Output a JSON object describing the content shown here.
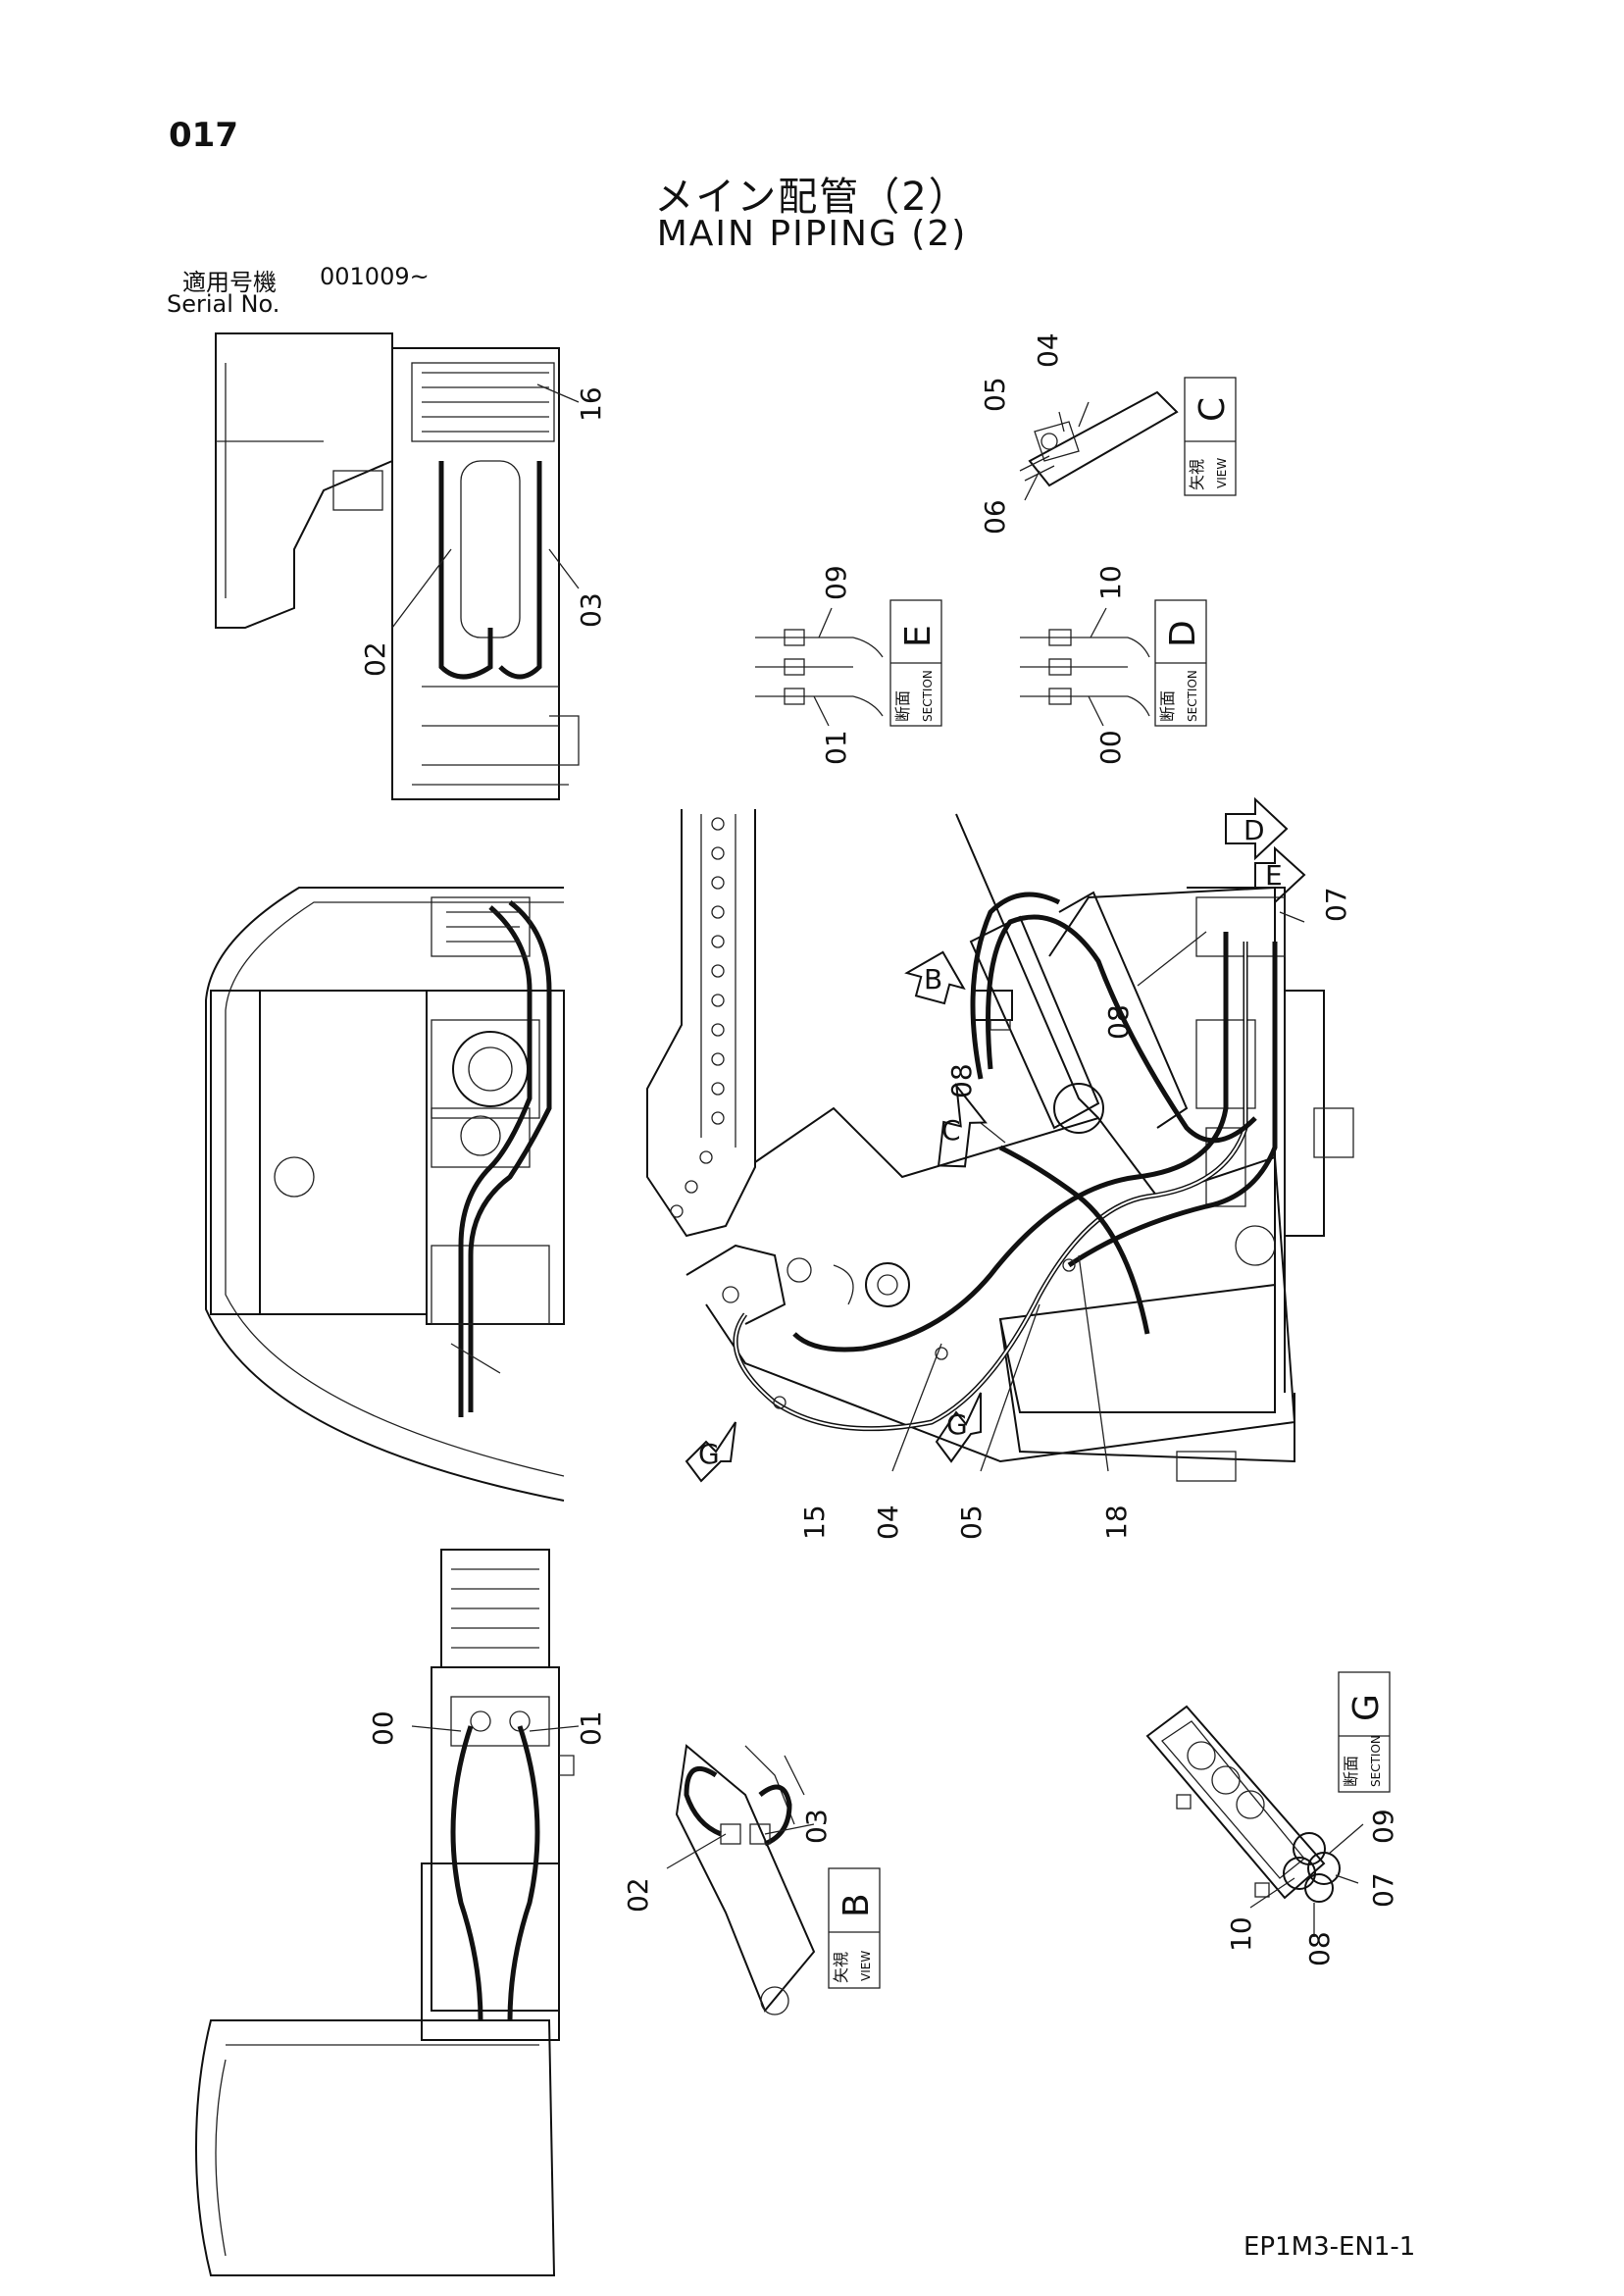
{
  "header": {
    "page_number": "017",
    "title_jp": "メイン配管（2）",
    "title_en": "MAIN PIPING (2)",
    "serial_label_jp": "適用号機",
    "serial_value": "001009~",
    "serial_label_en": "Serial No."
  },
  "callouts": {
    "top_left": [
      "16",
      "02",
      "03"
    ],
    "view_c": [
      "05",
      "04",
      "06"
    ],
    "section_e": [
      "09",
      "01"
    ],
    "section_d": [
      "10",
      "00"
    ],
    "main": [
      "07",
      "08",
      "08",
      "15",
      "04",
      "05",
      "18"
    ],
    "bottom_left": [
      "00",
      "01"
    ],
    "view_b": [
      "02",
      "03"
    ],
    "section_g": [
      "09",
      "07",
      "10",
      "08"
    ]
  },
  "view_boxes": {
    "view_c": {
      "jp": "矢視",
      "en": "VIEW",
      "letter": "C"
    },
    "section_e": {
      "jp": "断面",
      "en": "SECTION",
      "letter": "E"
    },
    "section_d": {
      "jp": "断面",
      "en": "SECTION",
      "letter": "D"
    },
    "view_b": {
      "jp": "矢視",
      "en": "VIEW",
      "letter": "B"
    },
    "section_g": {
      "jp": "断面",
      "en": "SECTION",
      "letter": "G"
    }
  },
  "arrows": {
    "d": "D",
    "e": "E",
    "b": "B",
    "c": "C",
    "g1": "G",
    "g2": "G"
  },
  "footer": {
    "code": "EP1M3-EN1-1"
  }
}
